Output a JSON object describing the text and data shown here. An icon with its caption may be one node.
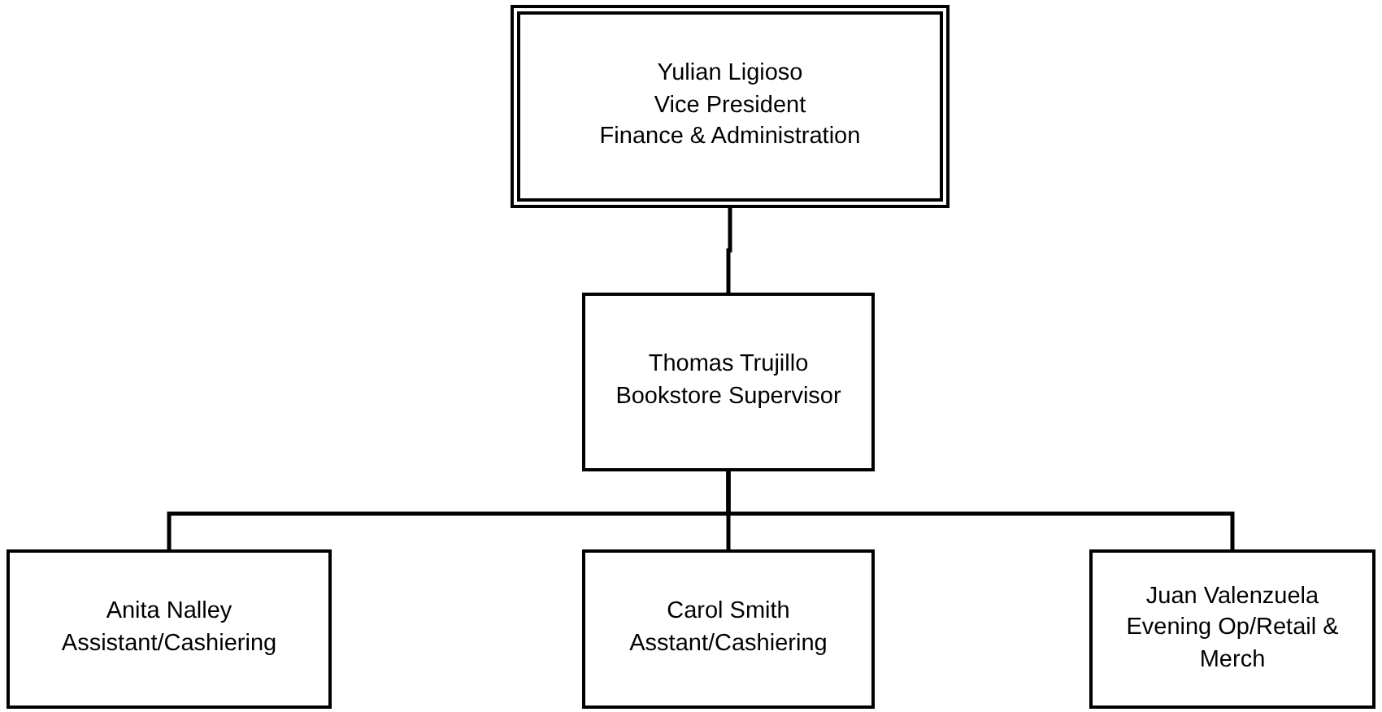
{
  "diagram": {
    "nodes": [
      {
        "text": [
          "Yulian Ligioso",
          "Vice President",
          "Finance & Administration"
        ]
      },
      {
        "text": [
          "Thomas Trujillo",
          "Bookstore Supervisor"
        ]
      },
      {
        "text": [
          "Anita Nalley",
          "Assistant/Cashiering"
        ]
      },
      {
        "text": [
          "Carol Smith",
          "Asstant/Cashiering"
        ]
      },
      {
        "text": [
          "Juan Valenzuela",
          "Evening Op/Retail & Merch"
        ]
      }
    ],
    "edges": [
      {
        "from": 0,
        "to": 1,
        "arrow": "none"
      },
      {
        "from": 1,
        "to": 2,
        "arrow": "none"
      },
      {
        "from": 1,
        "to": 3,
        "arrow": "none"
      },
      {
        "from": 1,
        "to": 4,
        "arrow": "none"
      }
    ]
  }
}
